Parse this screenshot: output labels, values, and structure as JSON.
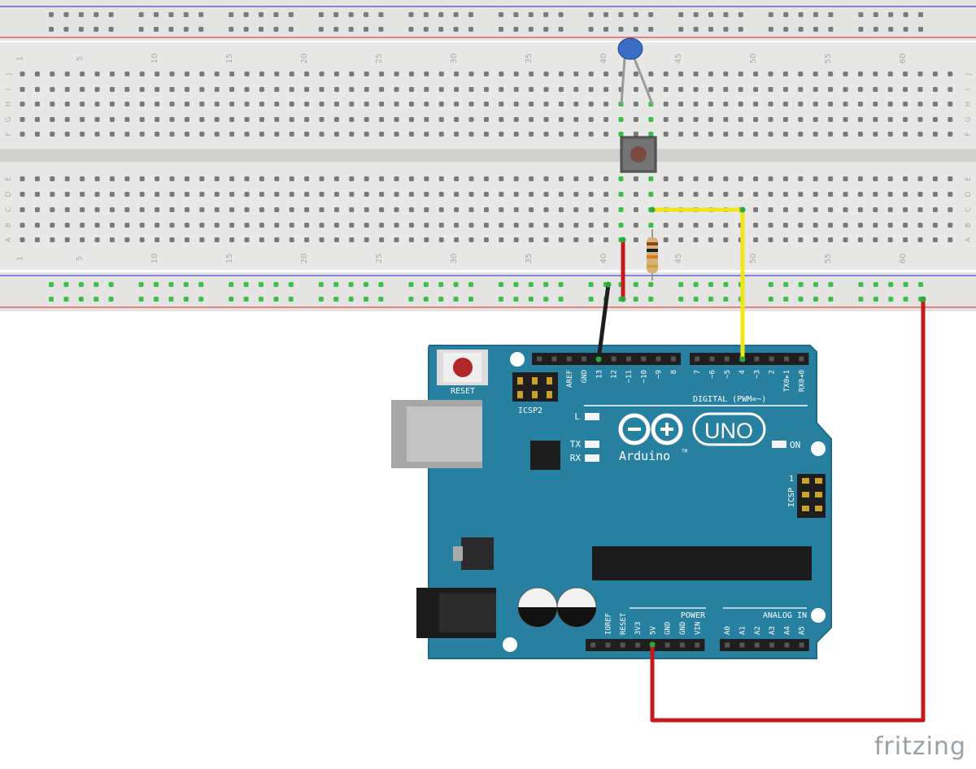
{
  "breadboard": {
    "column_numbers": [
      "1",
      "5",
      "10",
      "15",
      "20",
      "25",
      "30",
      "35",
      "40",
      "45",
      "50",
      "55",
      "60"
    ],
    "top_row_letters": [
      "J",
      "I",
      "H",
      "G",
      "F"
    ],
    "bottom_row_letters": [
      "E",
      "D",
      "C",
      "B",
      "A"
    ]
  },
  "arduino": {
    "reset_label": "RESET",
    "icsp2_label": "ICSP2",
    "icsp_label": "ICSP",
    "icsp_pin1_label": "1",
    "brand": "Arduino",
    "trademark": "TM",
    "model": "UNO",
    "led_l_label": "L",
    "led_tx_label": "TX",
    "led_rx_label": "RX",
    "led_on_label": "ON",
    "digital_header_label": "DIGITAL (PWM=~)",
    "digital_pins_left": [
      "AREF",
      "GND",
      "13",
      "12",
      "~11",
      "~10",
      "~9",
      "8"
    ],
    "digital_pins_right": [
      "7",
      "~6",
      "~5",
      "4",
      "~3",
      "2",
      "TX0▸1",
      "RX0◂0"
    ],
    "power_label": "POWER",
    "power_pins": [
      "IOREF",
      "RESET",
      "3V3",
      "5V",
      "GND",
      "GND",
      "VIN"
    ],
    "analog_label": "ANALOG IN",
    "analog_pins": [
      "A0",
      "A1",
      "A2",
      "A3",
      "A4",
      "A5"
    ]
  },
  "wires": {
    "yellow_color": "#f1e614",
    "red_color": "#c61a1a",
    "black_color": "#1e1e1e"
  },
  "watermark": "fritzing"
}
